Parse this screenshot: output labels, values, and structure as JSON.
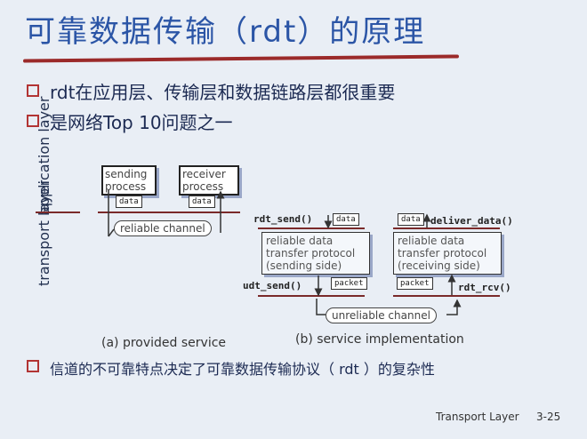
{
  "slide": {
    "title": "可靠数据传输（rdt）的原理",
    "bullets": [
      "rdt在应用层、传输层和数据链路层都很重要",
      "是网络Top 10问题之一",
      "信道的不可靠特点决定了可靠数据传输协议（ rdt ）的复杂性"
    ],
    "footer": {
      "section": "Transport Layer",
      "page": "3-25"
    }
  },
  "diagram": {
    "layer_labels": {
      "application": "application layer",
      "transport": "transport layer"
    },
    "sending_process": "sending process",
    "receiver_process": "receiver process",
    "data_label": "data",
    "packet_label": "packet",
    "reliable_channel": "reliable channel",
    "unreliable_channel": "unreliable channel",
    "rdt_send": "rdt_send()",
    "deliver_data": "deliver_data()",
    "udt_send": "udt_send()",
    "rdt_rcv": "rdt_rcv()",
    "sender_protocol": [
      "reliable data",
      "transfer protocol",
      "(sending side)"
    ],
    "receiver_protocol": [
      "reliable data",
      "transfer protocol",
      "(receiving side)"
    ],
    "caption_a": "(a)  provided service",
    "caption_b": "(b) service implementation"
  }
}
